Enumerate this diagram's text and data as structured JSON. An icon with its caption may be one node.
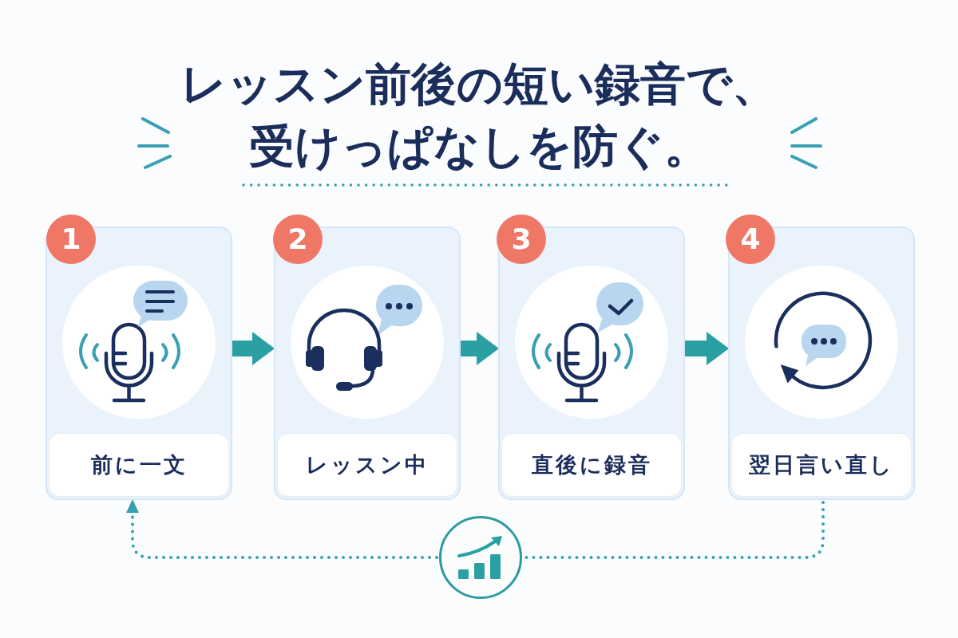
{
  "diagram": {
    "title": "レッスン前後の短い録音で、受けっぱなしを防ぐ。",
    "nodes": [
      {
        "text": [
          "1"
        ]
      },
      {
        "text": [
          "前に一文"
        ]
      },
      {
        "text": [
          "2"
        ]
      },
      {
        "text": [
          "レッスン中"
        ]
      },
      {
        "text": [
          "3"
        ]
      },
      {
        "text": [
          "直後に録音"
        ]
      },
      {
        "text": [
          "4"
        ]
      },
      {
        "text": [
          "翌日言い直し"
        ]
      },
      {
        "text": [],
        "shape": "circle"
      }
    ],
    "edges": [
      {
        "from": 1,
        "to": 3,
        "arrow": "to"
      },
      {
        "from": 3,
        "to": 5,
        "arrow": "to"
      },
      {
        "from": 5,
        "to": 7,
        "arrow": "to"
      },
      {
        "from": 7,
        "to": 8,
        "arrow": "none",
        "style": "dashed"
      },
      {
        "from": 8,
        "to": 1,
        "arrow": "to",
        "style": "dashed"
      }
    ]
  }
}
